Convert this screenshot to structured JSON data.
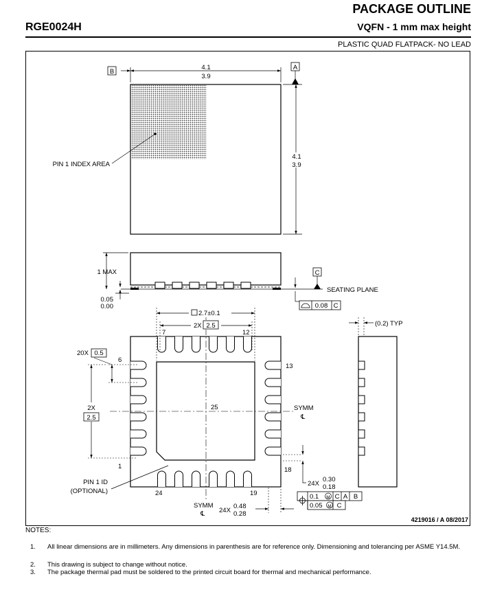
{
  "header": {
    "title": "PACKAGE OUTLINE",
    "part_number": "RGE0024H",
    "subtitle": "VQFN - 1 mm max height",
    "package_type": "PLASTIC QUAD FLATPACK- NO LEAD"
  },
  "top_view": {
    "datum_b": "B",
    "datum_a": "A",
    "width_max": "4.1",
    "width_min": "3.9",
    "height_max": "4.1",
    "height_min": "3.9",
    "pin1_index_label": "PIN 1 INDEX AREA"
  },
  "side_view": {
    "height_label": "1 MAX",
    "standoff_max": "0.05",
    "standoff_min": "0.00",
    "datum_c": "C",
    "seating_plane": "SEATING PLANE",
    "flatness_value": "0.08",
    "flatness_datum": "C"
  },
  "bottom_view": {
    "pad_size": "2.7±0.1",
    "pitch_count_top": "2X",
    "pitch_value_top": "2.5",
    "pin_7": "7",
    "pin_12": "12",
    "pin_6": "6",
    "pin_13": "13",
    "pin_1": "1",
    "pin_18": "18",
    "pin_24": "24",
    "pin_19": "19",
    "pin_25": "25",
    "pitch_count_side": "20X",
    "pitch_value_side": "0.5",
    "span_count_side": "2X",
    "span_value_side": "2.5",
    "symm_label": "SYMM",
    "cl_symbol": "℄",
    "pin1_id_line1": "PIN 1 ID",
    "pin1_id_line2": "(OPTIONAL)",
    "lead_width_count": "24X",
    "lead_width_max": "0.30",
    "lead_width_min": "0.18",
    "lead_len_count": "24X",
    "lead_len_max": "0.48",
    "lead_len_min": "0.28",
    "tol1_value": "0.1",
    "tol1_mod": "M",
    "tol1_d1": "C",
    "tol1_d2": "A",
    "tol1_d3": "B",
    "tol2_value": "0.05",
    "tol2_mod": "M",
    "tol2_d1": "C",
    "typ_label": "(0.2) TYP"
  },
  "footer": {
    "drawing_id": "4219016 / A  08/2017"
  },
  "notes": {
    "heading": "NOTES:",
    "items": [
      {
        "num": "1.",
        "text": "All linear dimensions are in millimeters. Any dimensions in parenthesis are for reference only. Dimensioning and tolerancing per ASME Y14.5M."
      },
      {
        "num": "2.",
        "text": "This drawing is subject to change without notice."
      },
      {
        "num": "3.",
        "text": "The package thermal pad must be soldered to the printed circuit board for thermal and mechanical performance."
      }
    ]
  },
  "colors": {
    "line": "#000000",
    "background": "#ffffff"
  }
}
